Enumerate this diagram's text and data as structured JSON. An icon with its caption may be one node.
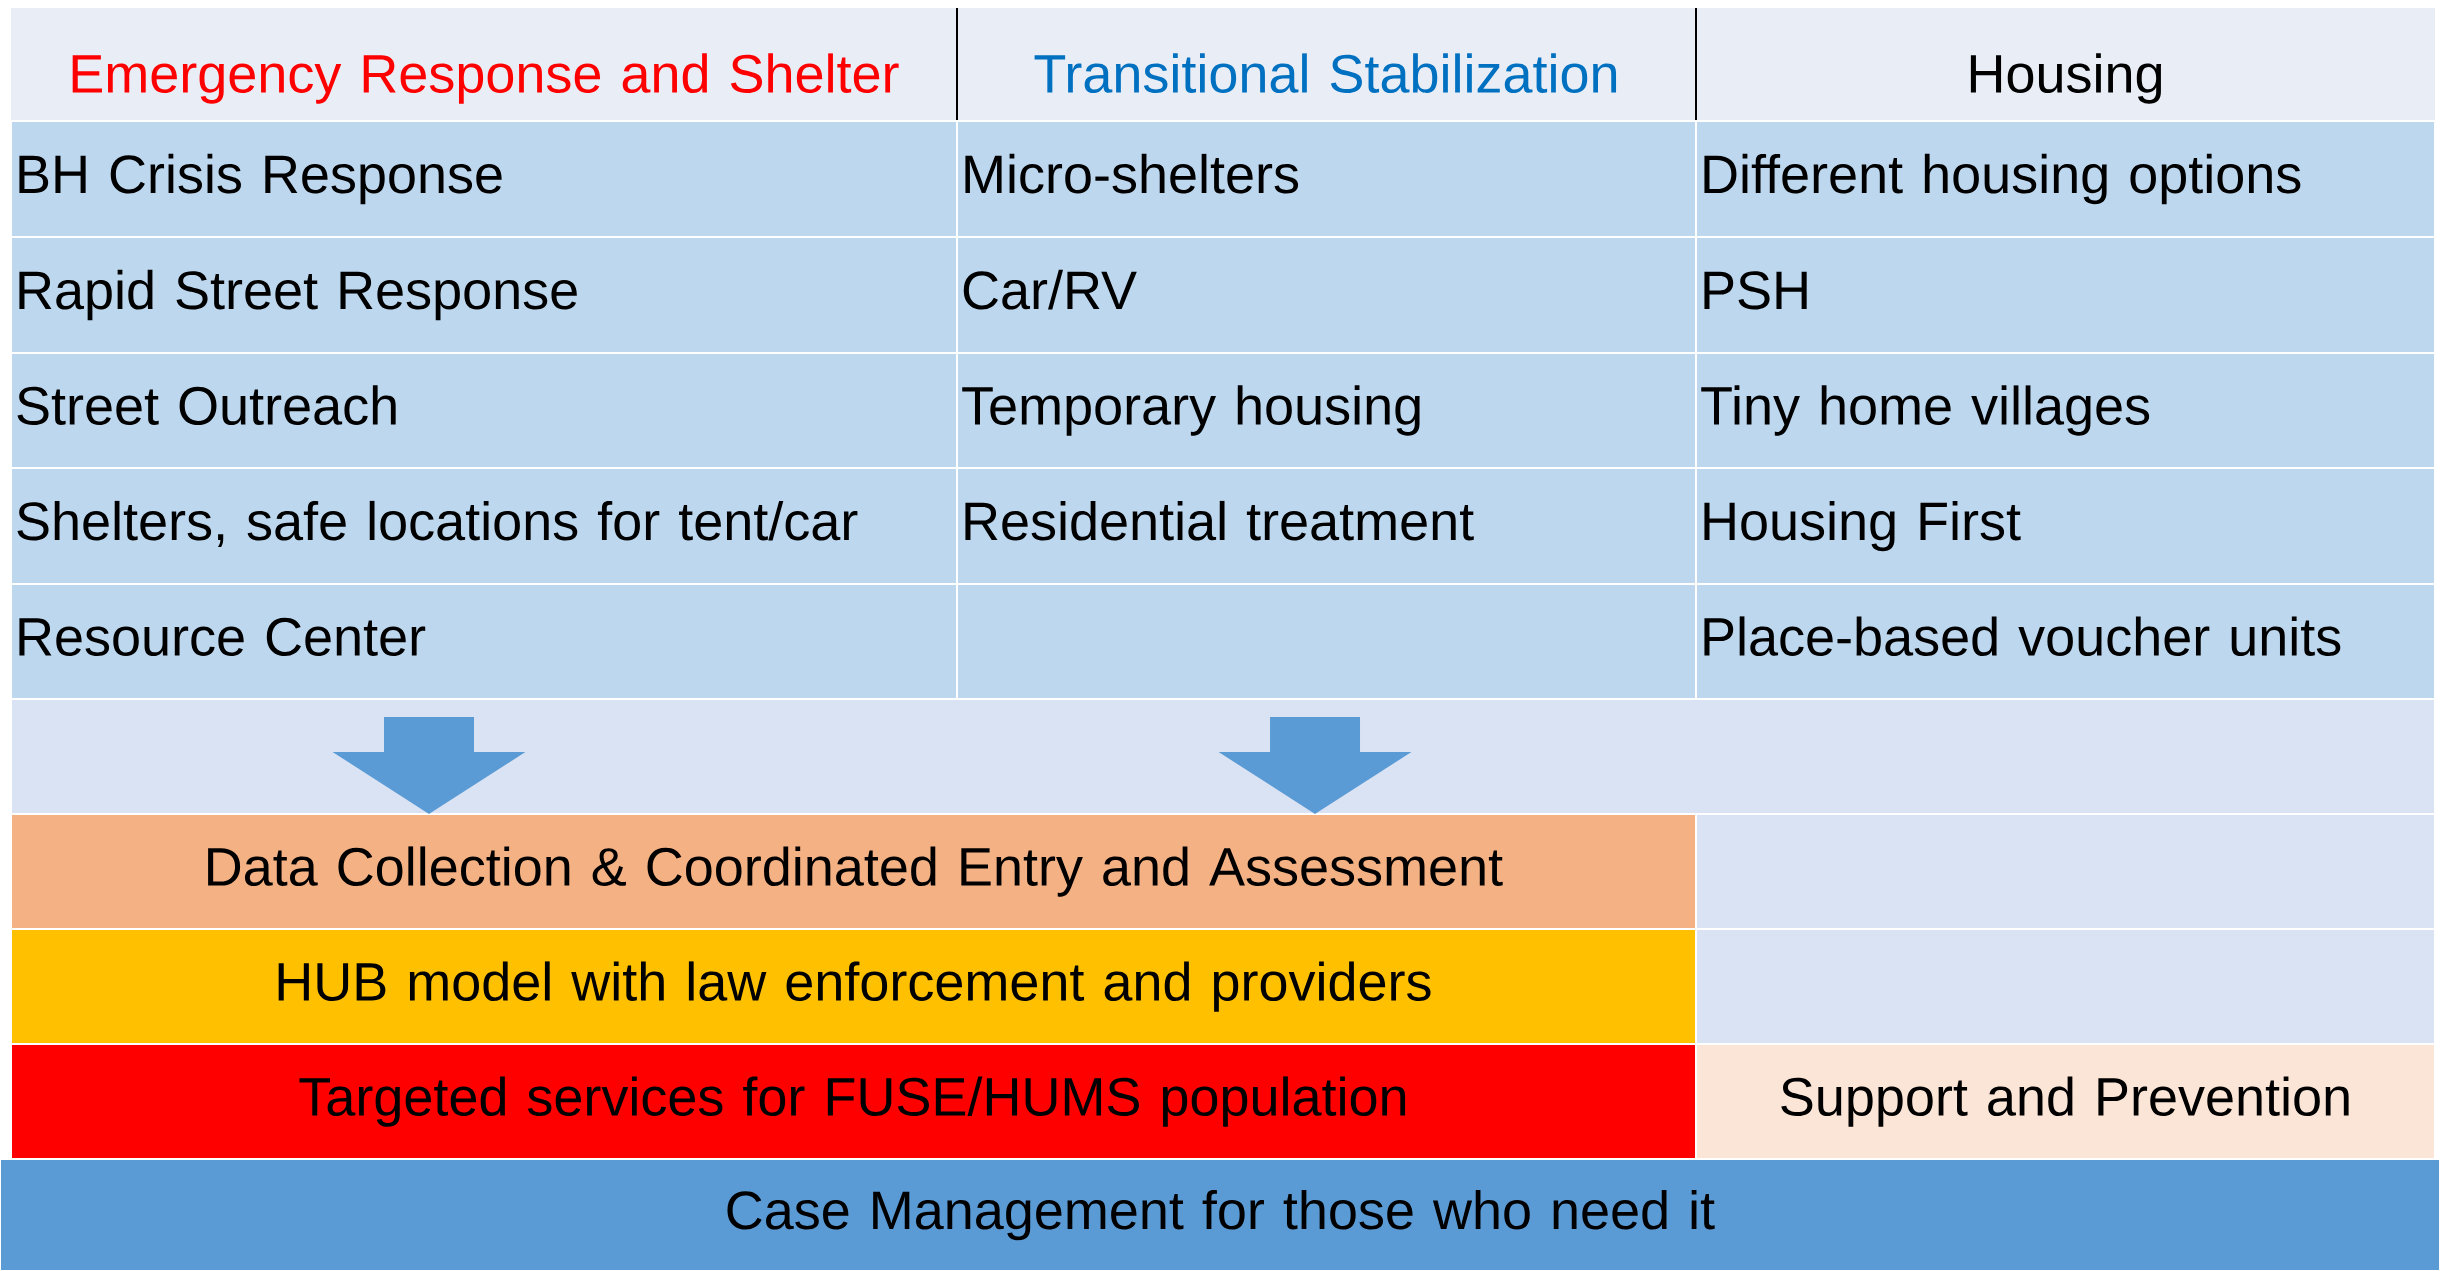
{
  "diagram": {
    "nodes": [
      {
        "text": [
          "Emergency Response and Shelter"
        ]
      },
      {
        "text": [
          "Transitional Stabilization"
        ]
      },
      {
        "text": [
          "Housing"
        ]
      },
      {
        "text": [
          "BH Crisis Response"
        ]
      },
      {
        "text": [
          "Micro-shelters"
        ]
      },
      {
        "text": [
          "Different housing options"
        ]
      },
      {
        "text": [
          "Rapid Street Response"
        ]
      },
      {
        "text": [
          "Car/RV"
        ]
      },
      {
        "text": [
          "PSH"
        ]
      },
      {
        "text": [
          "Street Outreach"
        ]
      },
      {
        "text": [
          "Temporary housing"
        ]
      },
      {
        "text": [
          "Tiny home villages"
        ]
      },
      {
        "text": [
          "Shelters, safe locations for tent/car"
        ]
      },
      {
        "text": [
          "Residential treatment"
        ]
      },
      {
        "text": [
          "Housing First"
        ]
      },
      {
        "text": [
          "Resource Center"
        ]
      },
      {
        "text": [],
        "shape": "box"
      },
      {
        "text": [
          "Place-based voucher units"
        ]
      },
      {
        "text": [
          "Data Collection & Coordinated Entry and Assessment"
        ]
      },
      {
        "text": [
          "HUB model with law enforcement and providers"
        ]
      },
      {
        "text": [
          "Targeted services for FUSE/HUMS population"
        ]
      },
      {
        "text": [
          "Support and Prevention"
        ]
      },
      {
        "text": [
          "Case Management for those who need it"
        ]
      }
    ],
    "edges": [
      {
        "from": 15,
        "to": 18,
        "arrow": "to"
      },
      {
        "from": 16,
        "to": 18,
        "arrow": "to"
      }
    ]
  }
}
